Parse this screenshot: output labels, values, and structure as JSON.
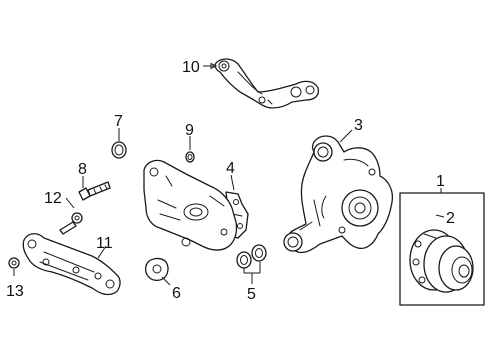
{
  "callouts": {
    "c1": "1",
    "c2": "2",
    "c3": "3",
    "c4": "4",
    "c5": "5",
    "c6": "6",
    "c7": "7",
    "c8": "8",
    "c9": "9",
    "c10": "10",
    "c11": "11",
    "c12": "12",
    "c13": "13"
  },
  "colors": {
    "line": "#1a1a1a",
    "background": "#ffffff"
  }
}
